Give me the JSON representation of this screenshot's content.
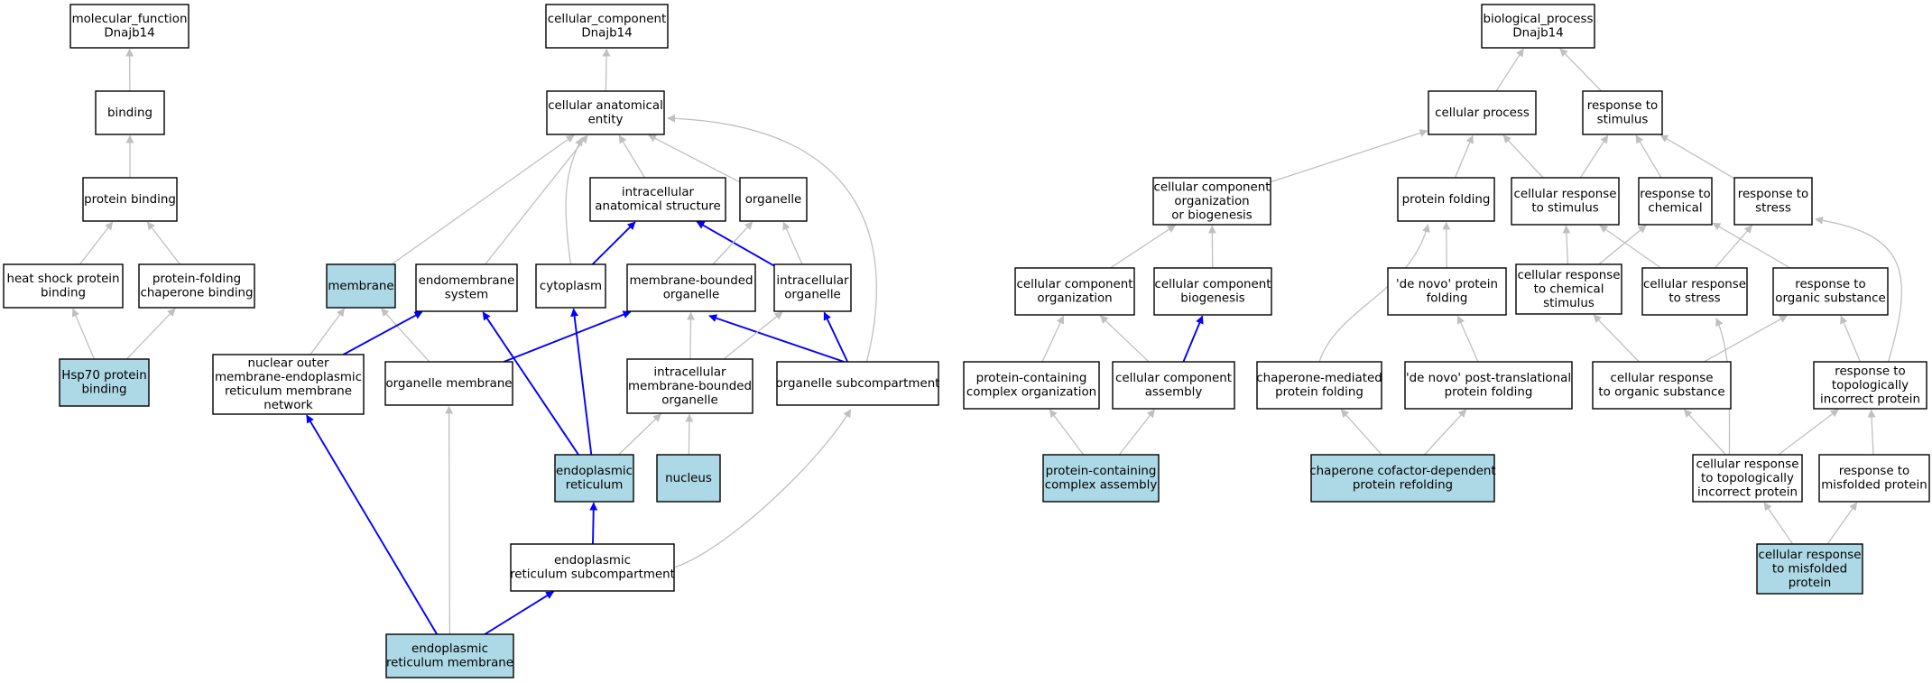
{
  "colors": {
    "node_fill": "#ffffff",
    "highlight_fill": "#add8e6",
    "node_border": "#000000",
    "edge_gray": "#c0c0c0",
    "edge_blue": "#0000ff"
  },
  "nodes": {
    "mf_root": {
      "lines": [
        "molecular_function",
        "Dnajb14"
      ],
      "highlight": false
    },
    "binding": {
      "lines": [
        "binding"
      ],
      "highlight": false
    },
    "protein_binding": {
      "lines": [
        "protein binding"
      ],
      "highlight": false
    },
    "hsp_binding": {
      "lines": [
        "heat shock protein",
        "binding"
      ],
      "highlight": false
    },
    "pf_chaperone_binding": {
      "lines": [
        "protein-folding",
        "chaperone binding"
      ],
      "highlight": false
    },
    "hsp70_binding": {
      "lines": [
        "Hsp70 protein",
        "binding"
      ],
      "highlight": true
    },
    "cc_root": {
      "lines": [
        "cellular_component",
        "Dnajb14"
      ],
      "highlight": false
    },
    "cae": {
      "lines": [
        "cellular anatomical",
        "entity"
      ],
      "highlight": false
    },
    "ias": {
      "lines": [
        "intracellular",
        "anatomical structure"
      ],
      "highlight": false
    },
    "organelle": {
      "lines": [
        "organelle"
      ],
      "highlight": false
    },
    "membrane": {
      "lines": [
        "membrane"
      ],
      "highlight": true
    },
    "endomembrane": {
      "lines": [
        "endomembrane",
        "system"
      ],
      "highlight": false
    },
    "cytoplasm": {
      "lines": [
        "cytoplasm"
      ],
      "highlight": false
    },
    "mbo": {
      "lines": [
        "membrane-bounded",
        "organelle"
      ],
      "highlight": false
    },
    "io": {
      "lines": [
        "intracellular",
        "organelle"
      ],
      "highlight": false
    },
    "nom_er": {
      "lines": [
        "nuclear outer",
        "membrane-endoplasmic",
        "reticulum membrane",
        "network"
      ],
      "highlight": false
    },
    "org_membrane": {
      "lines": [
        "organelle membrane"
      ],
      "highlight": false
    },
    "imbo": {
      "lines": [
        "intracellular",
        "membrane-bounded",
        "organelle"
      ],
      "highlight": false
    },
    "org_subcomp": {
      "lines": [
        "organelle subcompartment"
      ],
      "highlight": false
    },
    "er": {
      "lines": [
        "endoplasmic",
        "reticulum"
      ],
      "highlight": true
    },
    "nucleus": {
      "lines": [
        "nucleus"
      ],
      "highlight": true
    },
    "er_subcomp": {
      "lines": [
        "endoplasmic",
        "reticulum subcompartment"
      ],
      "highlight": false
    },
    "er_membrane": {
      "lines": [
        "endoplasmic",
        "reticulum membrane"
      ],
      "highlight": true
    },
    "bp_root": {
      "lines": [
        "biological_process",
        "Dnajb14"
      ],
      "highlight": false
    },
    "cell_process": {
      "lines": [
        "cellular process"
      ],
      "highlight": false
    },
    "resp_stimulus": {
      "lines": [
        "response to",
        "stimulus"
      ],
      "highlight": false
    },
    "cc_org_bio": {
      "lines": [
        "cellular component",
        "organization",
        "or biogenesis"
      ],
      "highlight": false
    },
    "protein_folding": {
      "lines": [
        "protein folding"
      ],
      "highlight": false
    },
    "cell_resp_stimulus": {
      "lines": [
        "cellular response",
        "to stimulus"
      ],
      "highlight": false
    },
    "resp_chemical": {
      "lines": [
        "response to",
        "chemical"
      ],
      "highlight": false
    },
    "resp_stress": {
      "lines": [
        "response to",
        "stress"
      ],
      "highlight": false
    },
    "cc_org": {
      "lines": [
        "cellular component",
        "organization"
      ],
      "highlight": false
    },
    "cc_bio": {
      "lines": [
        "cellular component",
        "biogenesis"
      ],
      "highlight": false
    },
    "denovo_folding": {
      "lines": [
        "'de novo' protein",
        "folding"
      ],
      "highlight": false
    },
    "cell_resp_chem": {
      "lines": [
        "cellular response",
        "to chemical",
        "stimulus"
      ],
      "highlight": false
    },
    "cell_resp_stress": {
      "lines": [
        "cellular response",
        "to stress"
      ],
      "highlight": false
    },
    "resp_organic": {
      "lines": [
        "response to",
        "organic substance"
      ],
      "highlight": false
    },
    "pcc_org": {
      "lines": [
        "protein-containing",
        "complex organization"
      ],
      "highlight": false
    },
    "cc_assembly": {
      "lines": [
        "cellular component",
        "assembly"
      ],
      "highlight": false
    },
    "chaperone_med": {
      "lines": [
        "chaperone-mediated",
        "protein folding"
      ],
      "highlight": false
    },
    "denovo_ptf": {
      "lines": [
        "'de novo' post-translational",
        "protein folding"
      ],
      "highlight": false
    },
    "cell_resp_organic": {
      "lines": [
        "cellular response",
        "to organic substance"
      ],
      "highlight": false
    },
    "resp_topo": {
      "lines": [
        "response to",
        "topologically",
        "incorrect protein"
      ],
      "highlight": false
    },
    "pcc_assembly": {
      "lines": [
        "protein-containing",
        "complex assembly"
      ],
      "highlight": true
    },
    "chap_cofactor": {
      "lines": [
        "chaperone cofactor-dependent",
        "protein refolding"
      ],
      "highlight": true
    },
    "cell_resp_topo": {
      "lines": [
        "cellular response",
        "to topologically",
        "incorrect protein"
      ],
      "highlight": false
    },
    "resp_misfolded": {
      "lines": [
        "response to",
        "misfolded protein"
      ],
      "highlight": false
    },
    "cell_resp_misfolded": {
      "lines": [
        "cellular response",
        "to misfolded",
        "protein"
      ],
      "highlight": true
    }
  },
  "edges": [
    {
      "from": "binding",
      "to": "mf_root",
      "color": "gray"
    },
    {
      "from": "protein_binding",
      "to": "binding",
      "color": "gray"
    },
    {
      "from": "hsp_binding",
      "to": "protein_binding",
      "color": "gray"
    },
    {
      "from": "pf_chaperone_binding",
      "to": "protein_binding",
      "color": "gray"
    },
    {
      "from": "hsp70_binding",
      "to": "hsp_binding",
      "color": "gray"
    },
    {
      "from": "hsp70_binding",
      "to": "pf_chaperone_binding",
      "color": "gray"
    },
    {
      "from": "cae",
      "to": "cc_root",
      "color": "gray"
    },
    {
      "from": "ias",
      "to": "cae",
      "color": "gray"
    },
    {
      "from": "organelle",
      "to": "cae",
      "color": "gray"
    },
    {
      "from": "membrane",
      "to": "cae",
      "color": "gray"
    },
    {
      "from": "endomembrane",
      "to": "cae",
      "color": "gray"
    },
    {
      "from": "cytoplasm",
      "to": "cae",
      "color": "gray"
    },
    {
      "from": "org_subcomp",
      "to": "cae",
      "color": "gray"
    },
    {
      "from": "cytoplasm",
      "to": "ias",
      "color": "blue"
    },
    {
      "from": "io",
      "to": "ias",
      "color": "blue"
    },
    {
      "from": "mbo",
      "to": "organelle",
      "color": "gray"
    },
    {
      "from": "io",
      "to": "organelle",
      "color": "gray"
    },
    {
      "from": "nom_er",
      "to": "membrane",
      "color": "gray"
    },
    {
      "from": "org_membrane",
      "to": "membrane",
      "color": "gray"
    },
    {
      "from": "nom_er",
      "to": "endomembrane",
      "color": "blue"
    },
    {
      "from": "er",
      "to": "endomembrane",
      "color": "blue"
    },
    {
      "from": "er",
      "to": "cytoplasm",
      "color": "blue"
    },
    {
      "from": "org_membrane",
      "to": "mbo",
      "color": "blue"
    },
    {
      "from": "imbo",
      "to": "mbo",
      "color": "gray"
    },
    {
      "from": "org_subcomp",
      "to": "mbo",
      "color": "blue"
    },
    {
      "from": "imbo",
      "to": "io",
      "color": "gray"
    },
    {
      "from": "org_subcomp",
      "to": "io",
      "color": "blue"
    },
    {
      "from": "er",
      "to": "imbo",
      "color": "gray"
    },
    {
      "from": "nucleus",
      "to": "imbo",
      "color": "gray"
    },
    {
      "from": "er_subcomp",
      "to": "er",
      "color": "blue"
    },
    {
      "from": "er_subcomp",
      "to": "org_subcomp",
      "color": "gray"
    },
    {
      "from": "er_membrane",
      "to": "nom_er",
      "color": "blue"
    },
    {
      "from": "er_membrane",
      "to": "org_membrane",
      "color": "gray"
    },
    {
      "from": "er_membrane",
      "to": "er_subcomp",
      "color": "blue"
    },
    {
      "from": "cell_process",
      "to": "bp_root",
      "color": "gray"
    },
    {
      "from": "resp_stimulus",
      "to": "bp_root",
      "color": "gray"
    },
    {
      "from": "cc_org_bio",
      "to": "cell_process",
      "color": "gray"
    },
    {
      "from": "protein_folding",
      "to": "cell_process",
      "color": "gray"
    },
    {
      "from": "cell_resp_stimulus",
      "to": "cell_process",
      "color": "gray"
    },
    {
      "from": "cell_resp_stimulus",
      "to": "resp_stimulus",
      "color": "gray"
    },
    {
      "from": "resp_chemical",
      "to": "resp_stimulus",
      "color": "gray"
    },
    {
      "from": "resp_stress",
      "to": "resp_stimulus",
      "color": "gray"
    },
    {
      "from": "cc_org",
      "to": "cc_org_bio",
      "color": "gray"
    },
    {
      "from": "cc_bio",
      "to": "cc_org_bio",
      "color": "gray"
    },
    {
      "from": "denovo_folding",
      "to": "protein_folding",
      "color": "gray"
    },
    {
      "from": "chaperone_med",
      "to": "protein_folding",
      "color": "gray"
    },
    {
      "from": "cell_resp_chem",
      "to": "cell_resp_stimulus",
      "color": "gray"
    },
    {
      "from": "cell_resp_chem",
      "to": "resp_chemical",
      "color": "gray"
    },
    {
      "from": "cell_resp_stress",
      "to": "cell_resp_stimulus",
      "color": "gray"
    },
    {
      "from": "cell_resp_stress",
      "to": "resp_stress",
      "color": "gray"
    },
    {
      "from": "resp_organic",
      "to": "resp_chemical",
      "color": "gray"
    },
    {
      "from": "resp_topo",
      "to": "resp_stress",
      "color": "gray"
    },
    {
      "from": "pcc_org",
      "to": "cc_org",
      "color": "gray"
    },
    {
      "from": "cc_assembly",
      "to": "cc_org",
      "color": "gray"
    },
    {
      "from": "cc_assembly",
      "to": "cc_bio",
      "color": "blue"
    },
    {
      "from": "denovo_ptf",
      "to": "denovo_folding",
      "color": "gray"
    },
    {
      "from": "cell_resp_organic",
      "to": "cell_resp_chem",
      "color": "gray"
    },
    {
      "from": "cell_resp_organic",
      "to": "resp_organic",
      "color": "gray"
    },
    {
      "from": "resp_topo",
      "to": "resp_organic",
      "color": "gray"
    },
    {
      "from": "pcc_assembly",
      "to": "pcc_org",
      "color": "gray"
    },
    {
      "from": "pcc_assembly",
      "to": "cc_assembly",
      "color": "gray"
    },
    {
      "from": "chap_cofactor",
      "to": "chaperone_med",
      "color": "gray"
    },
    {
      "from": "chap_cofactor",
      "to": "denovo_ptf",
      "color": "gray"
    },
    {
      "from": "cell_resp_topo",
      "to": "cell_resp_stress",
      "color": "gray"
    },
    {
      "from": "cell_resp_topo",
      "to": "cell_resp_organic",
      "color": "gray"
    },
    {
      "from": "cell_resp_topo",
      "to": "resp_topo",
      "color": "gray"
    },
    {
      "from": "resp_misfolded",
      "to": "resp_topo",
      "color": "gray"
    },
    {
      "from": "cell_resp_misfolded",
      "to": "cell_resp_topo",
      "color": "gray"
    },
    {
      "from": "cell_resp_misfolded",
      "to": "resp_misfolded",
      "color": "gray"
    }
  ]
}
